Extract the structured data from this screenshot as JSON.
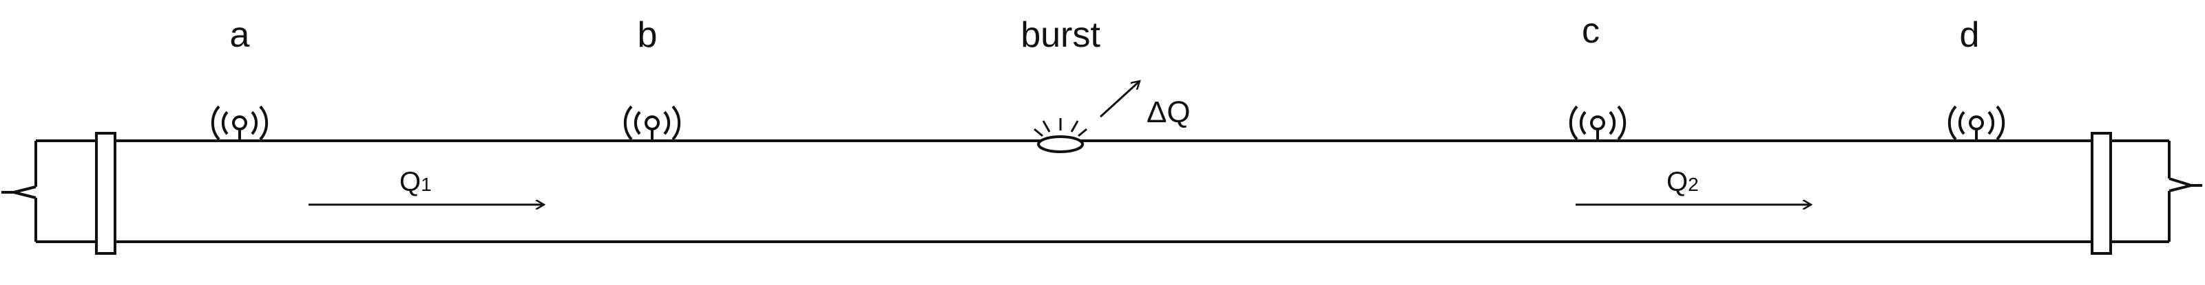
{
  "labels": {
    "sensor_a": "a",
    "sensor_b": "b",
    "burst": "burst",
    "sensor_c": "c",
    "sensor_d": "d",
    "delta_q": "ΔQ",
    "flow_1_main": "Q",
    "flow_1_sub": "1",
    "flow_2_main": "Q",
    "flow_2_sub": "2"
  },
  "icons": {
    "sensor": "wireless-sensor-icon",
    "burst": "burst-leak-icon",
    "pipe_break": "pipe-break-icon",
    "flange": "flange-icon"
  },
  "colors": {
    "line": "#111111",
    "background": "#ffffff"
  }
}
